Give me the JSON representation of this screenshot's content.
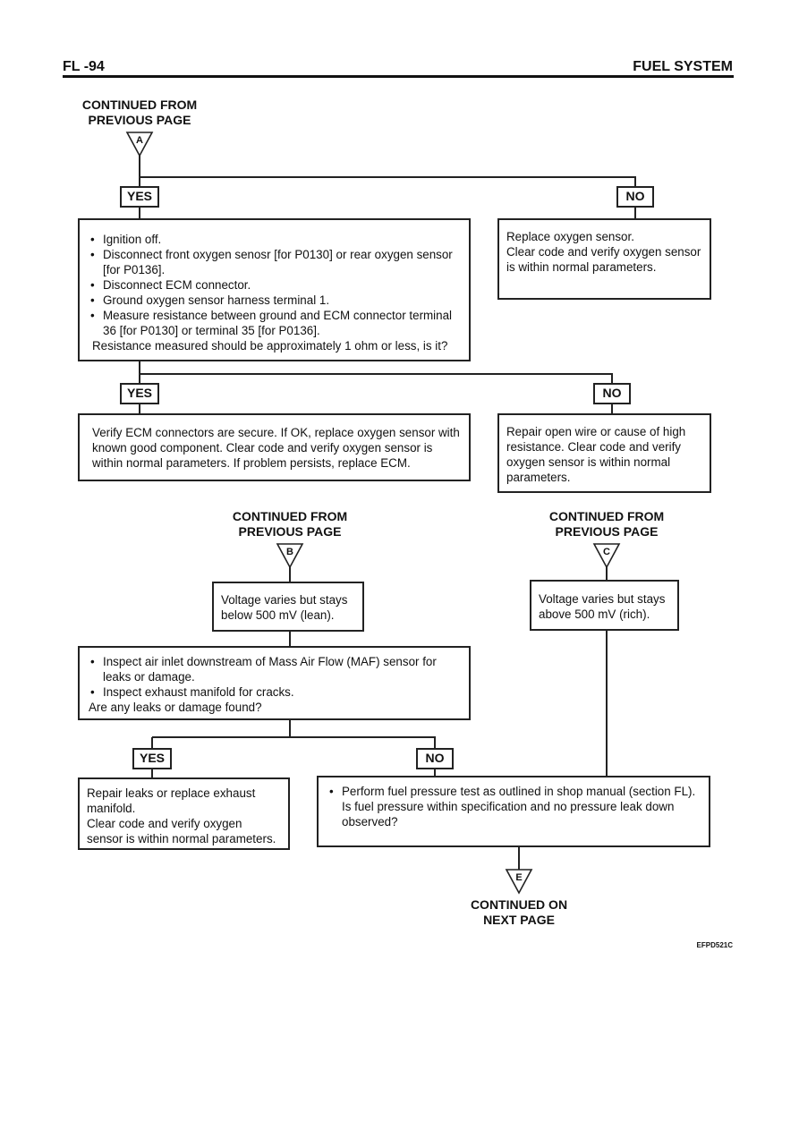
{
  "header": {
    "page_number": "FL -94",
    "section_title": "FUEL SYSTEM"
  },
  "connectors": {
    "A": {
      "letter": "A",
      "above_line1": "CONTINUED FROM",
      "above_line2": "PREVIOUS PAGE"
    },
    "B": {
      "letter": "B",
      "above_line1": "CONTINUED FROM",
      "above_line2": "PREVIOUS PAGE"
    },
    "C": {
      "letter": "C",
      "above_line1": "CONTINUED FROM",
      "above_line2": "PREVIOUS PAGE"
    },
    "E": {
      "letter": "E",
      "below_line1": "CONTINUED ON",
      "below_line2": "NEXT PAGE"
    }
  },
  "labels": {
    "yes": "YES",
    "no": "NO"
  },
  "step1": {
    "bullets": [
      "Ignition off.",
      "Disconnect front oxygen senosr [for P0130] or rear oxygen sensor [for P0136].",
      "Disconnect ECM connector.",
      "Ground oxygen sensor harness terminal 1.",
      "Measure resistance between ground and ECM connector terminal 36 [for P0130] or terminal 35 [for P0136]."
    ],
    "question": "Resistance measured should be approximately 1 ohm or less, is it?"
  },
  "step1_no": "Replace oxygen sensor.\nClear code and verify oxygen sensor is within normal parameters.",
  "step2_yes": "Verify ECM connectors are secure. If OK, replace oxygen sensor with known good component. Clear code and verify  oxygen sensor is within normal parameters. If problem persists, replace ECM.",
  "step2_no": "Repair open wire or cause of high resistance. Clear code and verify oxygen sensor is within normal parameters.",
  "lean_box": "Voltage varies but stays below 500 mV (lean).",
  "rich_box": "Voltage varies but stays above 500 mV (rich).",
  "inspect": {
    "bullets": [
      "Inspect air inlet downstream of Mass Air Flow (MAF) sensor for leaks or damage.",
      "Inspect exhaust manifold for cracks."
    ],
    "question": "Are any leaks or damage found?"
  },
  "repair_leaks": "Repair leaks or replace exhaust manifold.\nClear code and verify oxygen sensor is within normal parameters.",
  "fuel_test": {
    "bullets": [
      "Perform fuel pressure test as outlined in shop manual (section FL)."
    ],
    "question": "Is fuel pressure within specification and no pressure leak down observed?"
  },
  "figure_code": "EFPD521C"
}
